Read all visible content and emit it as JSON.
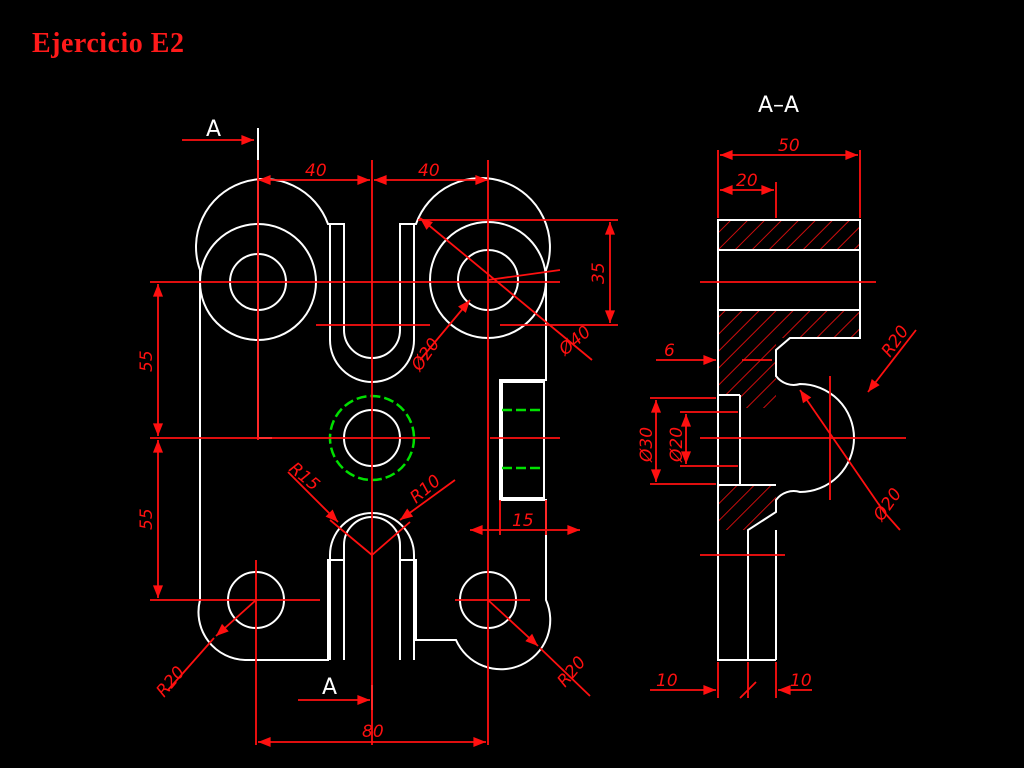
{
  "title": "Ejercicio E2",
  "section_label": "A–A",
  "cut_label_top": "A",
  "cut_label_bottom": "A",
  "dimensions": {
    "d40_left": "40",
    "d40_right": "40",
    "d35": "35",
    "d55_top": "55",
    "d55_bottom": "55",
    "d80": "80",
    "d15": "15",
    "phi20": "Ø20",
    "phi40": "Ø40",
    "r15": "R15",
    "r10": "R10",
    "r20_left": "R20",
    "r20_right": "R20",
    "s50": "50",
    "s20": "20",
    "s6": "6",
    "s_phi30": "Ø30",
    "s_phi20": "Ø20",
    "sR20": "R20",
    "sPhi20": "Ø20",
    "s10_left": "10",
    "s10_right": "10"
  },
  "colors": {
    "background": "#000000",
    "outline": "#ffffff",
    "dimension": "#ff1010",
    "hidden_circle": "#00e000"
  }
}
